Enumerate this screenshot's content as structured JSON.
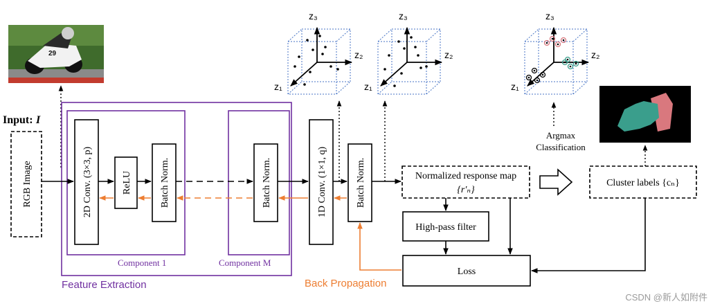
{
  "input": {
    "label": "Input:",
    "symbol": "I",
    "box_label": "RGB Image"
  },
  "feature_extraction": {
    "title": "Feature Extraction",
    "component_1": {
      "title": "Component 1",
      "conv": "2D Conv. (3×3, p)",
      "relu": "ReLU",
      "bn": "Batch Norm."
    },
    "component_m": {
      "title": "Component M",
      "bn": "Batch Norm."
    }
  },
  "conv1d": "1D Conv. (1×1, q)",
  "bn_out": "Batch Norm.",
  "response_map": {
    "line1": "Normalized response map",
    "line2": "{r′ₙ}"
  },
  "high_pass": "High-pass filter",
  "loss": "Loss",
  "back_propagation": "Back Propagation",
  "cluster_labels": "Cluster labels {cₙ}",
  "argmax": {
    "line1": "Argmax",
    "line2": "Classification"
  },
  "axes": {
    "z1": "z₁",
    "z2": "z₂",
    "z3": "z₃"
  },
  "watermark": "CSDN @新人如附件",
  "colors": {
    "purple": "#7030a0",
    "orange": "#ed7d31",
    "cube": "#4472c4",
    "black": "#000000",
    "teal": "#3a9e8c",
    "pink": "#d9787e"
  }
}
